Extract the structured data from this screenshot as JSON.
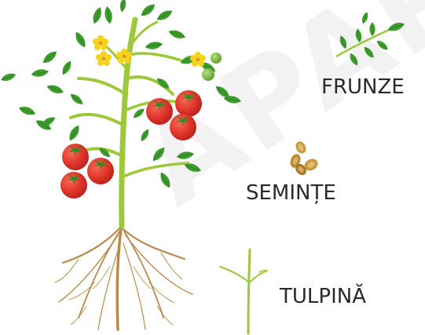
{
  "labels": {
    "leaves": "FRUNZE",
    "seeds": "SEMINȚE",
    "stem": "TULPINĂ"
  },
  "watermark_text": "APAR",
  "colors": {
    "leaf": "#3e9b2e",
    "leaf_dark": "#2a7a1f",
    "stem": "#9cc83a",
    "tomato": "#e0342a",
    "tomato_highlight": "#f56a55",
    "flower": "#f6d21a",
    "root": "#b98a4c",
    "seed": "#c79a3e",
    "label": "#2a2a2a"
  },
  "icons": [
    "tomato-plant",
    "leaf-sprig-icon",
    "seeds-icon",
    "stem-sprout-icon"
  ]
}
